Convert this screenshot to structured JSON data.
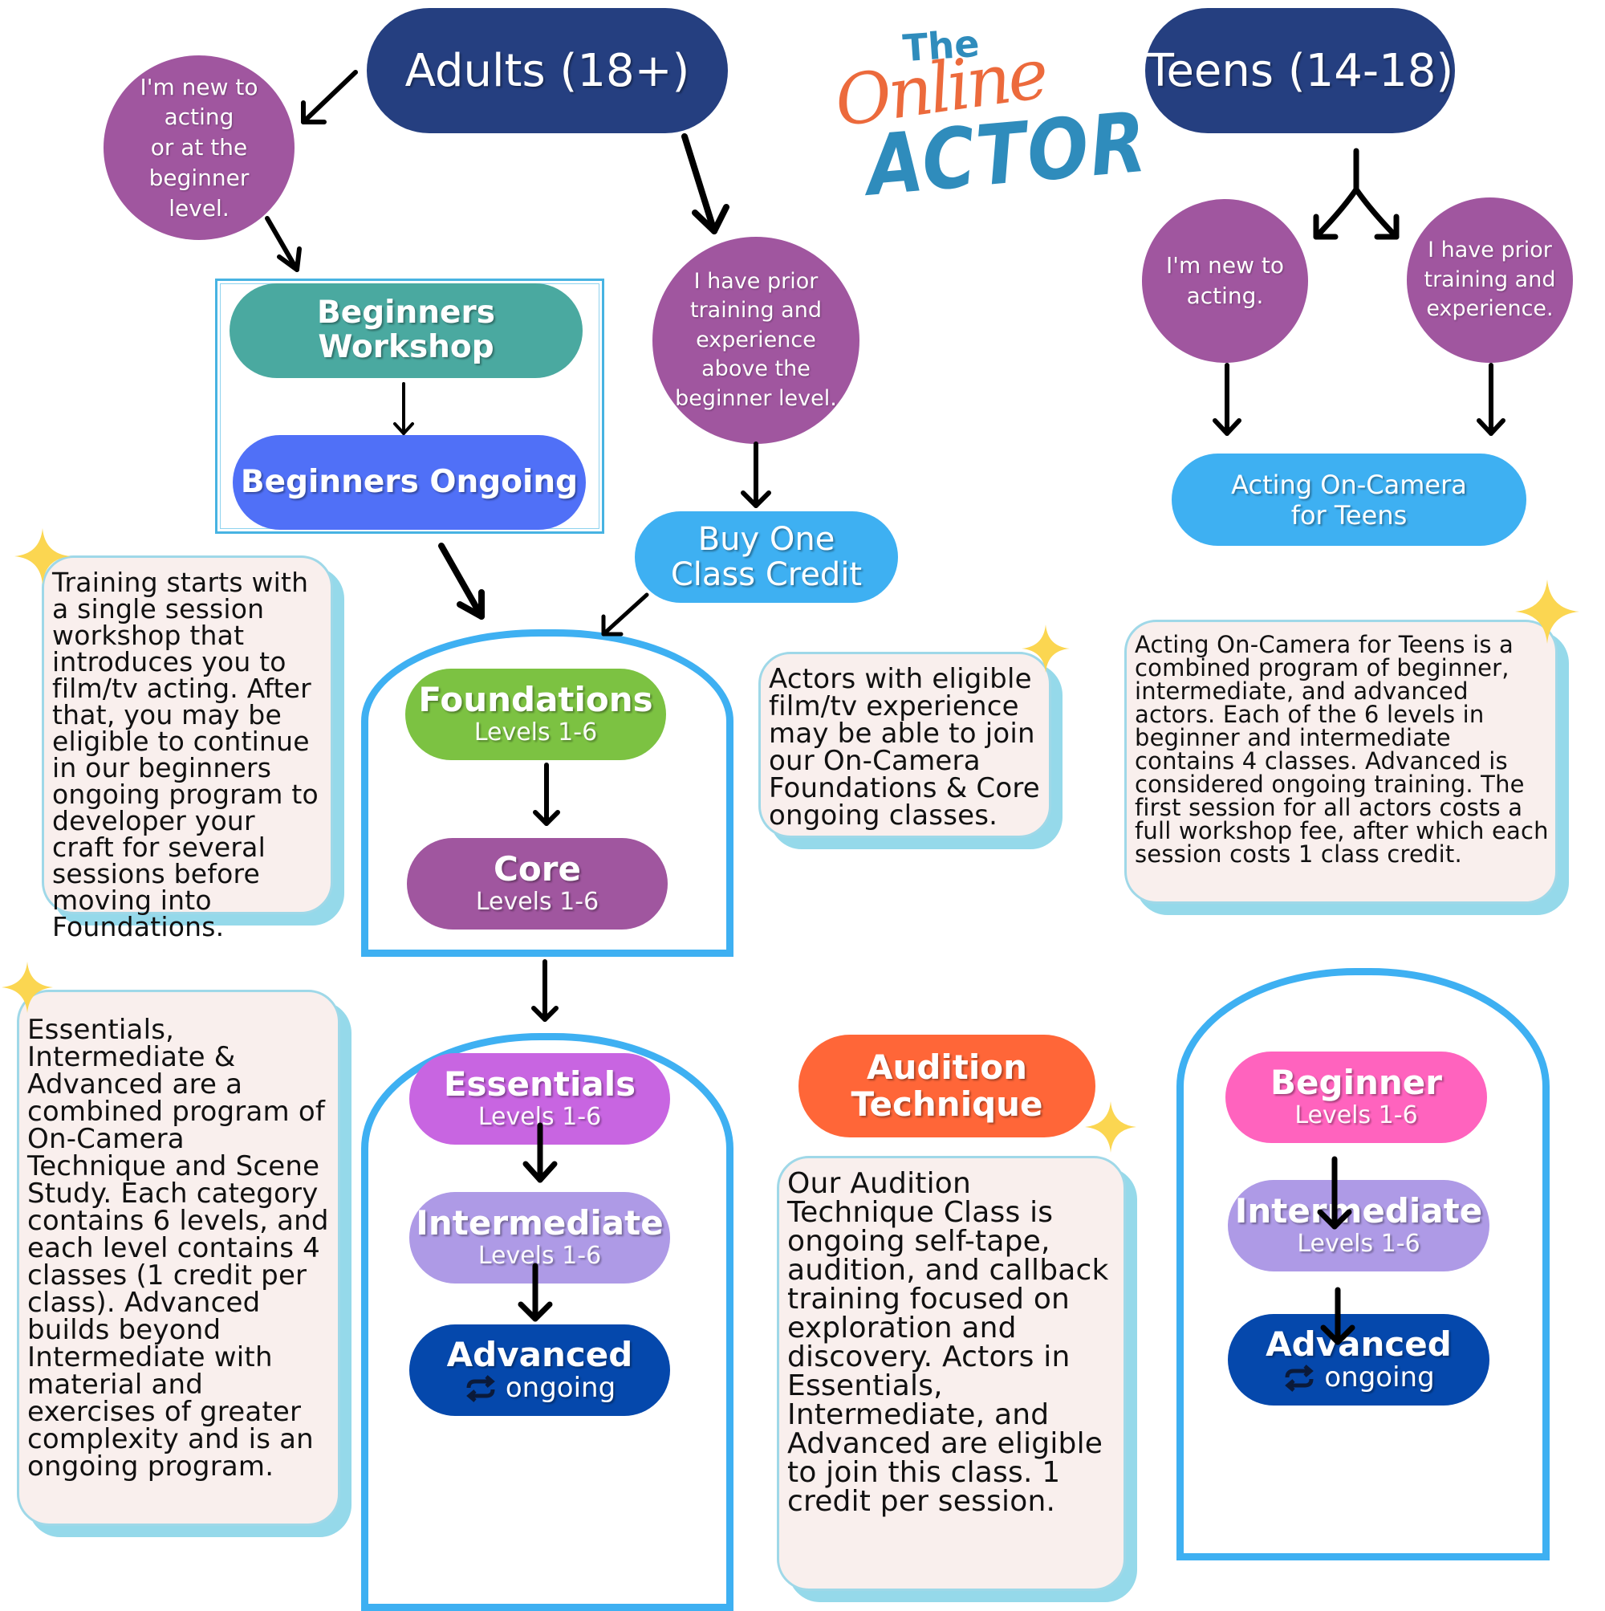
{
  "logo": {
    "the": "The",
    "online": "Online",
    "actor": "ACTOR",
    "colors": {
      "script": "#ec6a3c",
      "block": "#2f8cbc"
    }
  },
  "adults": {
    "header": "Adults (18+)",
    "new_circle": "I'm new to\nacting\nor at the\nbeginner\nlevel.",
    "prior_circle": "I have prior\ntraining and\nexperience\nabove the\nbeginner level.",
    "beginners_workshop": "Beginners Workshop",
    "beginners_ongoing": "Beginners Ongoing",
    "buy_credit": {
      "line1": "Buy One",
      "line2": "Class Credit"
    },
    "foundations": {
      "title": "Foundations",
      "levels": "Levels 1-6"
    },
    "core": {
      "title": "Core",
      "levels": "Levels 1-6"
    },
    "essentials": {
      "title": "Essentials",
      "levels": "Levels 1-6"
    },
    "intermediate": {
      "title": "Intermediate",
      "levels": "Levels 1-6"
    },
    "advanced": {
      "title": "Advanced",
      "ongoing": "ongoing"
    }
  },
  "teens": {
    "header": "Teens (14-18)",
    "new_circle": "I'm new to\nacting.",
    "prior_circle": "I have prior\ntraining and\nexperience.",
    "program": {
      "line1": "Acting On-Camera",
      "line2": "for Teens"
    },
    "beginner": {
      "title": "Beginner",
      "levels": "Levels 1-6"
    },
    "intermediate": {
      "title": "Intermediate",
      "levels": "Levels 1-6"
    },
    "advanced": {
      "title": "Advanced",
      "ongoing": "ongoing"
    }
  },
  "audition": {
    "title_line1": "Audition",
    "title_line2": "Technique"
  },
  "descriptions": {
    "training": "Training starts with a single session workshop that introduces you to film/tv acting. After that, you may be eligible to continue in our beginners ongoing program to developer your craft for several sessions before moving into Foundations.",
    "actors_eligible": "Actors with eligible film/tv experience may be able to join our On-Camera Foundations & Core ongoing classes.",
    "teens_program": "Acting On-Camera for Teens is a combined program of beginner, intermediate, and advanced actors. Each of the 6 levels in beginner and intermediate contains 4 classes. Advanced is considered ongoing training. The first session for all actors costs a full workshop fee, after which each session costs 1 class credit.",
    "essentials_program": "Essentials, Intermediate & Advanced are a combined program of On-Camera Technique and Scene Study. Each category contains 6 levels, and each level contains 4 classes (1 credit per class). Advanced builds beyond Intermediate with material and exercises of greater complexity and is an ongoing program.",
    "audition_class": "Our Audition Technique Class is ongoing self-tape, audition, and callback training focused on exploration and discovery. Actors in Essentials, Intermediate, and Advanced are eligible to join this class. 1 credit per session."
  },
  "colors": {
    "header": "#253f80",
    "circle": "#a0569f",
    "workshop": "#4aa9a0",
    "ongoing": "#5070f7",
    "credit": "#3eb0f2",
    "foundations": "#7cc242",
    "core": "#a0569f",
    "essentials": "#c865e1",
    "intermediate": "#ae9ae6",
    "advanced": "#0548ac",
    "beginner": "#ff63be",
    "audition": "#ff6638",
    "arch": "#3eb0f2",
    "sparkle": "#fbd651"
  }
}
